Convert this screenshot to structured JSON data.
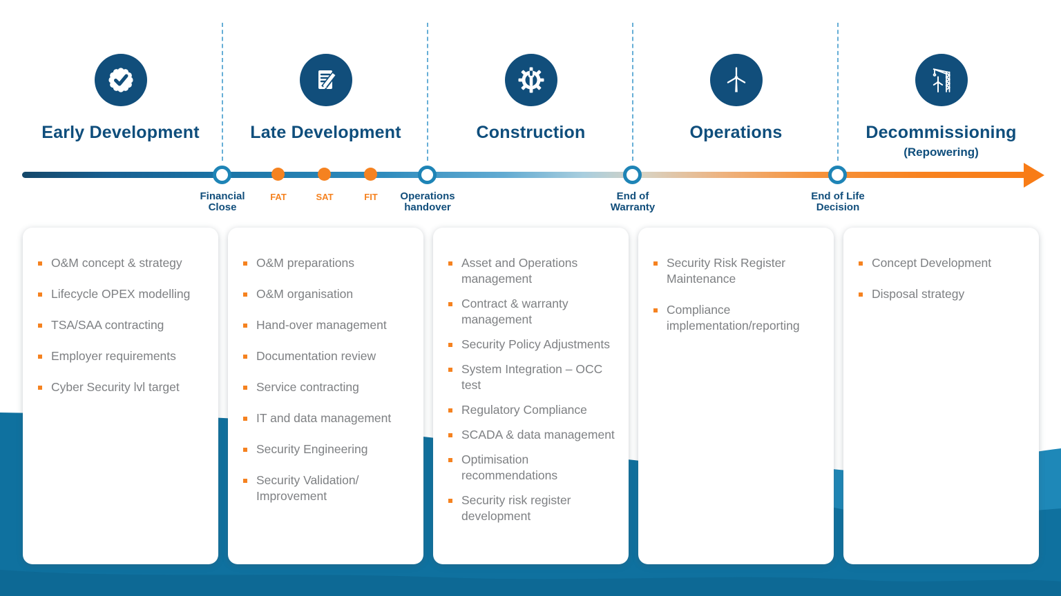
{
  "phases": [
    {
      "title": "Early Development",
      "icon": "badge-check-icon",
      "items": [
        "O&M concept & strategy",
        "Lifecycle OPEX modelling",
        "TSA/SAA contracting",
        "Employer requirements",
        "Cyber Security lvl target"
      ]
    },
    {
      "title": "Late Development",
      "icon": "document-edit-icon",
      "items": [
        "O&M preparations",
        "O&M organisation",
        "Hand-over management",
        "Documentation review",
        "Service contracting",
        "IT and data management",
        "Security Engineering",
        "Security Validation/ Improvement"
      ]
    },
    {
      "title": "Construction",
      "icon": "gear-wrench-icon",
      "items": [
        "Asset and Operations management",
        "Contract & warranty management",
        "Security Policy Adjustments",
        "System Integration – OCC test",
        "Regulatory Compliance",
        "SCADA & data management",
        "Optimisation recommendations",
        "Security risk register development"
      ]
    },
    {
      "title": "Operations",
      "icon": "wind-turbine-icon",
      "items": [
        "Security Risk Register Maintenance",
        "Compliance implementation/reporting"
      ]
    },
    {
      "title": "Decommissioning",
      "subtitle": "(Repowering)",
      "icon": "crane-icon",
      "items": [
        "Concept Development",
        "Disposal strategy"
      ]
    }
  ],
  "timeline": {
    "milestones": [
      {
        "line1": "Financial",
        "line2": "Close"
      },
      {
        "line1": "Operations",
        "line2": "handover"
      },
      {
        "line1": "End of",
        "line2": "Warranty"
      },
      {
        "line1": "End of Life",
        "line2": "Decision"
      }
    ],
    "markers": [
      "FAT",
      "SAT",
      "FIT"
    ]
  },
  "colors": {
    "navy": "#114e7b",
    "title_blue": "#0f4e7c",
    "ring_blue": "#1e84b6",
    "orange": "#f58220",
    "arrow_orange": "#f87c16",
    "dash_blue": "#66aed6",
    "item_gray": "#7e8083",
    "wave_main": "#0f719f",
    "wave_light": "#1e88b8",
    "wave_deep": "#0d638d"
  }
}
